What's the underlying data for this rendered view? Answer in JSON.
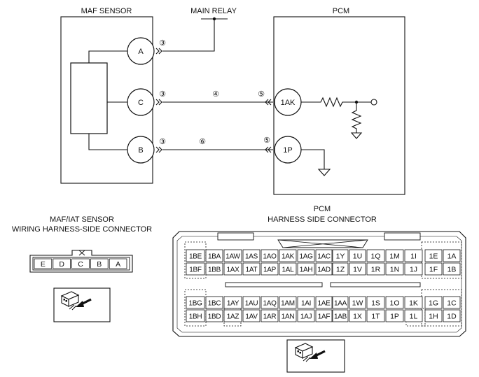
{
  "labels": {
    "maf_sensor": "MAF SENSOR",
    "main_relay": "MAIN RELAY",
    "pcm": "PCM",
    "maf_iat_line1": "MAF/IAT SENSOR",
    "maf_iat_line2": "WIRING HARNESS-SIDE CONNECTOR",
    "pcm_conn_line1": "PCM",
    "pcm_conn_line2": "HARNESS SIDE CONNECTOR"
  },
  "maf_terminals": {
    "a": "A",
    "c": "C",
    "b": "B"
  },
  "pcm_terminals": {
    "ak": "1AK",
    "p": "1P"
  },
  "wire_numbers": {
    "n3": "③",
    "n4": "④",
    "n5": "⑤",
    "n6": "⑥"
  },
  "maf_connector_pins": [
    "E",
    "D",
    "C",
    "B",
    "A"
  ],
  "pcm_connector": {
    "rows": [
      [
        "1BE",
        "1BA",
        "1AW",
        "1AS",
        "1AO",
        "1AK",
        "1AG",
        "1AC",
        "1Y",
        "1U",
        "1Q",
        "1M",
        "1I",
        "1E",
        "1A"
      ],
      [
        "1BF",
        "1BB",
        "1AX",
        "1AT",
        "1AP",
        "1AL",
        "1AH",
        "1AD",
        "1Z",
        "1V",
        "1R",
        "1N",
        "1J",
        "1F",
        "1B"
      ],
      [
        "1BG",
        "1BC",
        "1AY",
        "1AU",
        "1AQ",
        "1AM",
        "1AI",
        "1AE",
        "1AA",
        "1W",
        "1S",
        "1O",
        "1K",
        "1G",
        "1C"
      ],
      [
        "1BH",
        "1BD",
        "1AZ",
        "1AV",
        "1AR",
        "1AN",
        "1AJ",
        "1AF",
        "1AB",
        "1X",
        "1T",
        "1P",
        "1L",
        "1H",
        "1D"
      ]
    ]
  },
  "icons": {
    "maf_view": "connector-view-arrow-icon",
    "pcm_view": "connector-view-arrow-icon"
  }
}
